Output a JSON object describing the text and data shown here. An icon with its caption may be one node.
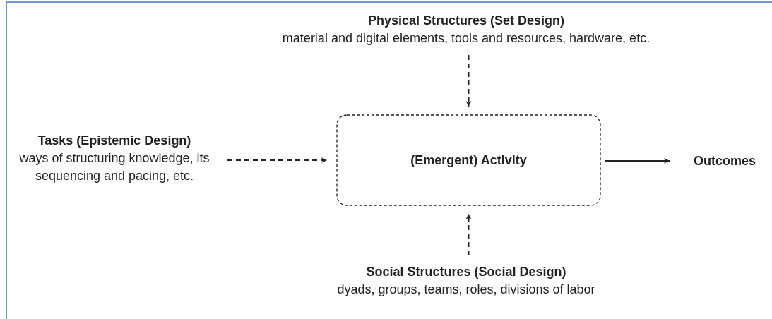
{
  "diagram": {
    "nodes": [
      {
        "text": [
          "Physical Structures (Set Design)",
          "material and digital elements, tools and resources, hardware, etc."
        ]
      },
      {
        "text": [
          "Tasks (Epistemic Design)",
          "ways of structuring knowledge, its sequencing and pacing, etc."
        ]
      },
      {
        "text": [
          "(Emergent) Activity"
        ]
      },
      {
        "text": [
          "Outcomes"
        ]
      },
      {
        "text": [
          "Social Structures (Social Design)",
          "dyads, groups, teams, roles, divisions of labor"
        ]
      }
    ],
    "edges": [
      {
        "from": 0,
        "to": 2,
        "arrow": "to",
        "style": "dashed"
      },
      {
        "from": 1,
        "to": 2,
        "arrow": "to",
        "style": "dashed"
      },
      {
        "from": 2,
        "to": 3,
        "arrow": "to"
      },
      {
        "from": 4,
        "to": 2,
        "arrow": "to",
        "style": "dashed"
      }
    ]
  }
}
